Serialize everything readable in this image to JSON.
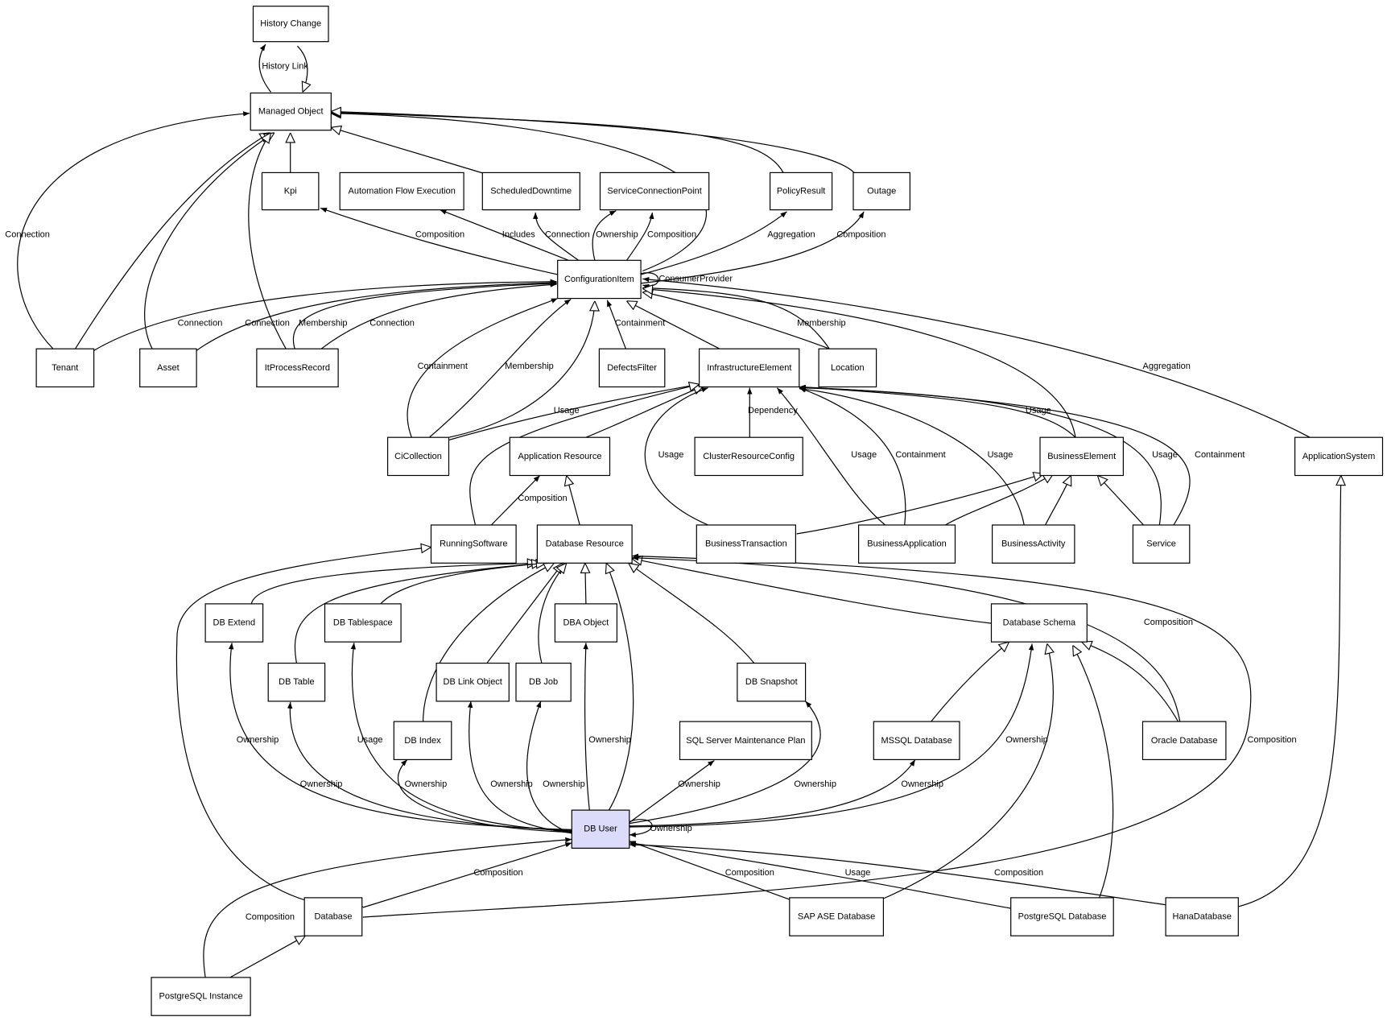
{
  "nodes": [
    {
      "id": "history_change",
      "label": "History Change"
    },
    {
      "id": "managed_object",
      "label": "Managed Object"
    },
    {
      "id": "kpi",
      "label": "Kpi"
    },
    {
      "id": "automation_flow_execution",
      "label": "Automation Flow Execution"
    },
    {
      "id": "scheduled_downtime",
      "label": "ScheduledDowntime"
    },
    {
      "id": "service_connection_point",
      "label": "ServiceConnectionPoint"
    },
    {
      "id": "policy_result",
      "label": "PolicyResult"
    },
    {
      "id": "outage",
      "label": "Outage"
    },
    {
      "id": "configuration_item",
      "label": "ConfigurationItem"
    },
    {
      "id": "tenant",
      "label": "Tenant"
    },
    {
      "id": "asset",
      "label": "Asset"
    },
    {
      "id": "it_process_record",
      "label": "ItProcessRecord"
    },
    {
      "id": "defects_filter",
      "label": "DefectsFilter"
    },
    {
      "id": "infrastructure_element",
      "label": "InfrastructureElement"
    },
    {
      "id": "location",
      "label": "Location"
    },
    {
      "id": "ci_collection",
      "label": "CiCollection"
    },
    {
      "id": "application_resource",
      "label": "Application Resource"
    },
    {
      "id": "cluster_resource_config",
      "label": "ClusterResourceConfig"
    },
    {
      "id": "business_element",
      "label": "BusinessElement"
    },
    {
      "id": "application_system",
      "label": "ApplicationSystem"
    },
    {
      "id": "running_software",
      "label": "RunningSoftware"
    },
    {
      "id": "database_resource",
      "label": "Database Resource"
    },
    {
      "id": "business_transaction",
      "label": "BusinessTransaction"
    },
    {
      "id": "business_application",
      "label": "BusinessApplication"
    },
    {
      "id": "business_activity",
      "label": "BusinessActivity"
    },
    {
      "id": "service",
      "label": "Service"
    },
    {
      "id": "db_extend",
      "label": "DB Extend"
    },
    {
      "id": "db_tablespace",
      "label": "DB Tablespace"
    },
    {
      "id": "dba_object",
      "label": "DBA Object"
    },
    {
      "id": "database_schema",
      "label": "Database Schema"
    },
    {
      "id": "db_table",
      "label": "DB Table"
    },
    {
      "id": "db_link_object",
      "label": "DB Link Object"
    },
    {
      "id": "db_job",
      "label": "DB Job"
    },
    {
      "id": "db_snapshot",
      "label": "DB Snapshot"
    },
    {
      "id": "db_index",
      "label": "DB Index"
    },
    {
      "id": "sql_server_maintenance_plan",
      "label": "SQL Server Maintenance Plan"
    },
    {
      "id": "mssql_database",
      "label": "MSSQL Database"
    },
    {
      "id": "oracle_database",
      "label": "Oracle Database"
    },
    {
      "id": "db_user",
      "label": "DB User",
      "highlight": true
    },
    {
      "id": "database",
      "label": "Database"
    },
    {
      "id": "sap_ase_database",
      "label": "SAP ASE Database"
    },
    {
      "id": "postgresql_database",
      "label": "PostgreSQL Database"
    },
    {
      "id": "hana_database",
      "label": "HanaDatabase"
    },
    {
      "id": "postgresql_instance",
      "label": "PostgreSQL Instance"
    }
  ],
  "edges": [
    {
      "from": "managed_object",
      "to": "history_change",
      "label": "History Link",
      "head": "arrow"
    },
    {
      "from": "history_change",
      "to": "managed_object",
      "label": "",
      "head": "hollow"
    },
    {
      "from": "tenant",
      "to": "managed_object",
      "label": "Connection",
      "head": "arrow"
    },
    {
      "from": "tenant",
      "to": "managed_object",
      "label": "",
      "head": "hollow"
    },
    {
      "from": "asset",
      "to": "managed_object",
      "label": "",
      "head": "hollow"
    },
    {
      "from": "it_process_record",
      "to": "managed_object",
      "label": "",
      "head": "hollow"
    },
    {
      "from": "kpi",
      "to": "managed_object",
      "label": "",
      "head": "hollow"
    },
    {
      "from": "scheduled_downtime",
      "to": "managed_object",
      "label": "",
      "head": "hollow"
    },
    {
      "from": "configuration_item",
      "to": "managed_object",
      "label": "",
      "head": "hollow"
    },
    {
      "from": "policy_result",
      "to": "managed_object",
      "label": "",
      "head": "hollow"
    },
    {
      "from": "outage",
      "to": "managed_object",
      "label": "",
      "head": "hollow"
    },
    {
      "from": "configuration_item",
      "to": "kpi",
      "label": "Composition",
      "head": "arrow"
    },
    {
      "from": "configuration_item",
      "to": "automation_flow_execution",
      "label": "Includes",
      "head": "arrow"
    },
    {
      "from": "configuration_item",
      "to": "scheduled_downtime",
      "label": "Connection",
      "head": "arrow"
    },
    {
      "from": "configuration_item",
      "to": "service_connection_point",
      "label": "Ownership",
      "head": "arrow"
    },
    {
      "from": "configuration_item",
      "to": "service_connection_point",
      "label": "Composition",
      "head": "arrow"
    },
    {
      "from": "configuration_item",
      "to": "policy_result",
      "label": "Aggregation",
      "head": "arrow"
    },
    {
      "from": "configuration_item",
      "to": "outage",
      "label": "Composition",
      "head": "arrow"
    },
    {
      "from": "configuration_item",
      "to": "configuration_item",
      "label": "ConsumerProvider",
      "head": "arrow"
    },
    {
      "from": "tenant",
      "to": "configuration_item",
      "label": "Connection",
      "head": "arrow"
    },
    {
      "from": "asset",
      "to": "configuration_item",
      "label": "Connection",
      "head": "arrow"
    },
    {
      "from": "it_process_record",
      "to": "configuration_item",
      "label": "Membership",
      "head": "arrow"
    },
    {
      "from": "it_process_record",
      "to": "configuration_item",
      "label": "Connection",
      "head": "arrow"
    },
    {
      "from": "ci_collection",
      "to": "configuration_item",
      "label": "Containment",
      "head": "arrow"
    },
    {
      "from": "ci_collection",
      "to": "configuration_item",
      "label": "Membership",
      "head": "arrow"
    },
    {
      "from": "ci_collection",
      "to": "configuration_item",
      "label": "",
      "head": "hollow"
    },
    {
      "from": "defects_filter",
      "to": "configuration_item",
      "label": "Containment",
      "head": "arrow"
    },
    {
      "from": "infrastructure_element",
      "to": "configuration_item",
      "label": "",
      "head": "hollow"
    },
    {
      "from": "location",
      "to": "configuration_item",
      "label": "",
      "head": "hollow"
    },
    {
      "from": "location",
      "to": "configuration_item",
      "label": "Membership",
      "head": "arrow"
    },
    {
      "from": "business_element",
      "to": "configuration_item",
      "label": "",
      "head": "hollow"
    },
    {
      "from": "application_system",
      "to": "configuration_item",
      "label": "Aggregation",
      "head": "arrow"
    },
    {
      "from": "ci_collection",
      "to": "infrastructure_element",
      "label": "Usage",
      "head": "arrow"
    },
    {
      "from": "application_resource",
      "to": "infrastructure_element",
      "label": "",
      "head": "hollow"
    },
    {
      "from": "running_software",
      "to": "infrastructure_element",
      "label": "",
      "head": "hollow"
    },
    {
      "from": "cluster_resource_config",
      "to": "infrastructure_element",
      "label": "Dependency",
      "head": "arrow"
    },
    {
      "from": "business_transaction",
      "to": "infrastructure_element",
      "label": "Usage",
      "head": "arrow"
    },
    {
      "from": "business_application",
      "to": "infrastructure_element",
      "label": "Usage",
      "head": "arrow"
    },
    {
      "from": "business_application",
      "to": "infrastructure_element",
      "label": "Containment",
      "head": "arrow"
    },
    {
      "from": "business_activity",
      "to": "infrastructure_element",
      "label": "Usage",
      "head": "arrow"
    },
    {
      "from": "business_element",
      "to": "infrastructure_element",
      "label": "Usage",
      "head": "arrow"
    },
    {
      "from": "service",
      "to": "infrastructure_element",
      "label": "Usage",
      "head": "arrow"
    },
    {
      "from": "service",
      "to": "infrastructure_element",
      "label": "Containment",
      "head": "arrow"
    },
    {
      "from": "business_transaction",
      "to": "business_element",
      "label": "",
      "head": "hollow"
    },
    {
      "from": "business_application",
      "to": "business_element",
      "label": "",
      "head": "hollow"
    },
    {
      "from": "business_activity",
      "to": "business_element",
      "label": "",
      "head": "hollow"
    },
    {
      "from": "service",
      "to": "business_element",
      "label": "",
      "head": "hollow"
    },
    {
      "from": "running_software",
      "to": "application_resource",
      "label": "Composition",
      "head": "arrow"
    },
    {
      "from": "database_resource",
      "to": "application_resource",
      "label": "",
      "head": "hollow"
    },
    {
      "from": "database",
      "to": "running_software",
      "label": "",
      "head": "hollow"
    },
    {
      "from": "db_extend",
      "to": "database_resource",
      "label": "",
      "head": "hollow"
    },
    {
      "from": "db_table",
      "to": "database_resource",
      "label": "",
      "head": "hollow"
    },
    {
      "from": "db_tablespace",
      "to": "database_resource",
      "label": "",
      "head": "hollow"
    },
    {
      "from": "db_index",
      "to": "database_resource",
      "label": "",
      "head": "hollow"
    },
    {
      "from": "db_link_object",
      "to": "database_resource",
      "label": "",
      "head": "hollow"
    },
    {
      "from": "db_job",
      "to": "database_resource",
      "label": "",
      "head": "hollow"
    },
    {
      "from": "dba_object",
      "to": "database_resource",
      "label": "",
      "head": "hollow"
    },
    {
      "from": "db_user",
      "to": "database_resource",
      "label": "",
      "head": "hollow"
    },
    {
      "from": "db_snapshot",
      "to": "database_resource",
      "label": "",
      "head": "hollow"
    },
    {
      "from": "database_schema",
      "to": "database_resource",
      "label": "",
      "head": "hollow"
    },
    {
      "from": "oracle_database",
      "to": "database_resource",
      "label": "Composition",
      "head": "arrow"
    },
    {
      "from": "database",
      "to": "database_resource",
      "label": "Composition",
      "head": "arrow"
    },
    {
      "from": "mssql_database",
      "to": "database_schema",
      "label": "",
      "head": "hollow"
    },
    {
      "from": "oracle_database",
      "to": "database_schema",
      "label": "",
      "head": "hollow"
    },
    {
      "from": "sap_ase_database",
      "to": "database_schema",
      "label": "",
      "head": "hollow"
    },
    {
      "from": "postgresql_database",
      "to": "database_schema",
      "label": "",
      "head": "hollow"
    },
    {
      "from": "db_user",
      "to": "database_schema",
      "label": "Ownership",
      "head": "arrow"
    },
    {
      "from": "db_user",
      "to": "db_extend",
      "label": "Ownership",
      "head": "arrow"
    },
    {
      "from": "db_user",
      "to": "db_table",
      "label": "Ownership",
      "head": "arrow"
    },
    {
      "from": "db_user",
      "to": "db_tablespace",
      "label": "Usage",
      "head": "arrow"
    },
    {
      "from": "db_user",
      "to": "db_index",
      "label": "Ownership",
      "head": "arrow"
    },
    {
      "from": "db_user",
      "to": "db_link_object",
      "label": "Ownership",
      "head": "arrow"
    },
    {
      "from": "db_user",
      "to": "db_job",
      "label": "Ownership",
      "head": "arrow"
    },
    {
      "from": "db_user",
      "to": "dba_object",
      "label": "Ownership",
      "head": "arrow"
    },
    {
      "from": "db_user",
      "to": "sql_server_maintenance_plan",
      "label": "Ownership",
      "head": "arrow"
    },
    {
      "from": "db_user",
      "to": "db_snapshot",
      "label": "Ownership",
      "head": "arrow"
    },
    {
      "from": "db_user",
      "to": "mssql_database",
      "label": "Ownership",
      "head": "arrow"
    },
    {
      "from": "db_user",
      "to": "db_user",
      "label": "Ownership",
      "head": "arrow"
    },
    {
      "from": "database",
      "to": "db_user",
      "label": "Composition",
      "head": "arrow"
    },
    {
      "from": "postgresql_instance",
      "to": "db_user",
      "label": "Composition",
      "head": "arrow"
    },
    {
      "from": "sap_ase_database",
      "to": "db_user",
      "label": "Composition",
      "head": "arrow"
    },
    {
      "from": "postgresql_database",
      "to": "db_user",
      "label": "Usage",
      "head": "arrow"
    },
    {
      "from": "hana_database",
      "to": "db_user",
      "label": "Composition",
      "head": "arrow"
    },
    {
      "from": "hana_database",
      "to": "application_system",
      "label": "",
      "head": "hollow"
    },
    {
      "from": "postgresql_instance",
      "to": "database",
      "label": "",
      "head": "hollow"
    }
  ]
}
